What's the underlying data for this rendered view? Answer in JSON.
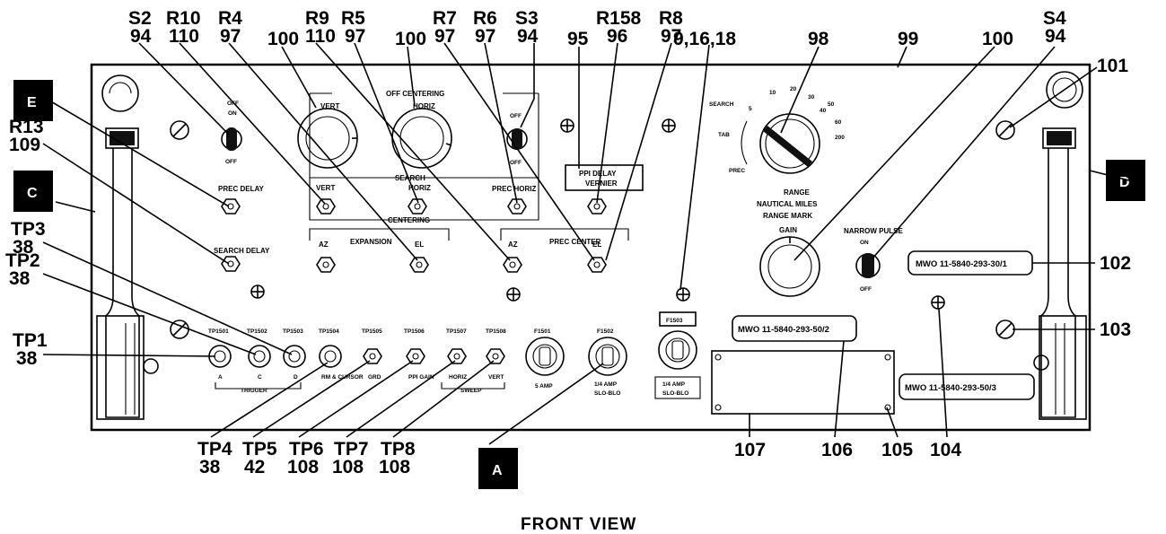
{
  "title": "FRONT VIEW",
  "top_callouts": [
    {
      "id": "s2",
      "l1": "S2",
      "l2": "94"
    },
    {
      "id": "r10",
      "l1": "R10",
      "l2": "110"
    },
    {
      "id": "r4",
      "l1": "R4",
      "l2": "97"
    },
    {
      "id": "100a",
      "l1": "100",
      "l2": ""
    },
    {
      "id": "r9",
      "l1": "R9",
      "l2": "110"
    },
    {
      "id": "r5",
      "l1": "R5",
      "l2": "97"
    },
    {
      "id": "100b",
      "l1": "100",
      "l2": ""
    },
    {
      "id": "r7",
      "l1": "R7",
      "l2": "97"
    },
    {
      "id": "r6",
      "l1": "R6",
      "l2": "97"
    },
    {
      "id": "s3",
      "l1": "S3",
      "l2": "94"
    },
    {
      "id": "95",
      "l1": "95",
      "l2": ""
    },
    {
      "id": "r158",
      "l1": "R158",
      "l2": "96"
    },
    {
      "id": "r8",
      "l1": "R8",
      "l2": "97"
    },
    {
      "id": "91618",
      "l1": "9,16,18",
      "l2": ""
    },
    {
      "id": "98",
      "l1": "98",
      "l2": ""
    },
    {
      "id": "99",
      "l1": "99",
      "l2": ""
    },
    {
      "id": "100c",
      "l1": "100",
      "l2": ""
    },
    {
      "id": "s4",
      "l1": "S4",
      "l2": "94"
    },
    {
      "id": "101",
      "l1": "101",
      "l2": ""
    }
  ],
  "left_callouts": [
    {
      "id": "r13",
      "l1": "R13",
      "l2": "109"
    },
    {
      "id": "tp3",
      "l1": "TP3",
      "l2": "38"
    },
    {
      "id": "tp2",
      "l1": "TP2",
      "l2": "38"
    },
    {
      "id": "tp1",
      "l1": "TP1",
      "l2": "38"
    }
  ],
  "right_callouts": [
    {
      "id": "102",
      "l1": "102"
    },
    {
      "id": "103",
      "l1": "103"
    }
  ],
  "bottom_callouts": [
    {
      "id": "tp4",
      "l1": "TP4",
      "l2": "38"
    },
    {
      "id": "tp5",
      "l1": "TP5",
      "l2": "42"
    },
    {
      "id": "tp6",
      "l1": "TP6",
      "l2": "108"
    },
    {
      "id": "tp7",
      "l1": "TP7",
      "l2": "108"
    },
    {
      "id": "tp8",
      "l1": "TP8",
      "l2": "108"
    },
    {
      "id": "107",
      "l1": "107",
      "l2": ""
    },
    {
      "id": "106",
      "l1": "106",
      "l2": ""
    },
    {
      "id": "105",
      "l1": "105",
      "l2": ""
    },
    {
      "id": "104",
      "l1": "104",
      "l2": ""
    }
  ],
  "badges": {
    "e": "E",
    "c": "C",
    "d": "D",
    "a": "A"
  },
  "panel": {
    "off_centering": "OFF CENTERING",
    "vert": "VERT",
    "horiz": "HORIZ",
    "search": "SEARCH",
    "centering": "CENTERING",
    "expansion": "EXPANSION",
    "prec_center": "PREC CENTER",
    "prec_delay": "PREC DELAY",
    "search_delay": "SEARCH DELAY",
    "az": "AZ",
    "el": "EL",
    "prec_horiz": "PREC HORIZ",
    "ppi_delay": "PPI DELAY",
    "vernier": "VERNIER",
    "off": "OFF",
    "on": "ON",
    "range": "RANGE",
    "nautical_miles": "NAUTICAL MILES",
    "range_mark": "RANGE MARK",
    "gain": "GAIN",
    "narrow_pulse": "NARROW PULSE",
    "dial_search": "SEARCH",
    "dial_tab": "TAB",
    "dial_prec": "PREC",
    "dial_ticks": [
      "5",
      "10",
      "20",
      "30",
      "40",
      "50",
      "60",
      "200"
    ],
    "mwo1": "MWO 11-5840-293-30/1",
    "mwo2": "MWO 11-5840-293-50/2",
    "mwo3": "MWO 11-5840-293-50/3",
    "tp_labels": [
      "TP1501",
      "TP1502",
      "TP1503",
      "TP1504",
      "TP1505",
      "TP1506",
      "TP1507",
      "TP1508"
    ],
    "tp_sub": [
      "A",
      "C",
      "D",
      "RM & CURSOR",
      "GRD",
      "PPI GAIN",
      "HORIZ",
      "VERT"
    ],
    "trigger": "TRIGGER",
    "sweep": "SWEEP",
    "f1501": "F1501",
    "f1502": "F1502",
    "f1503": "F1503",
    "amp5": "5 AMP",
    "amp_quarter": "1/4 AMP",
    "slo_blo": "SLO-BLO"
  }
}
